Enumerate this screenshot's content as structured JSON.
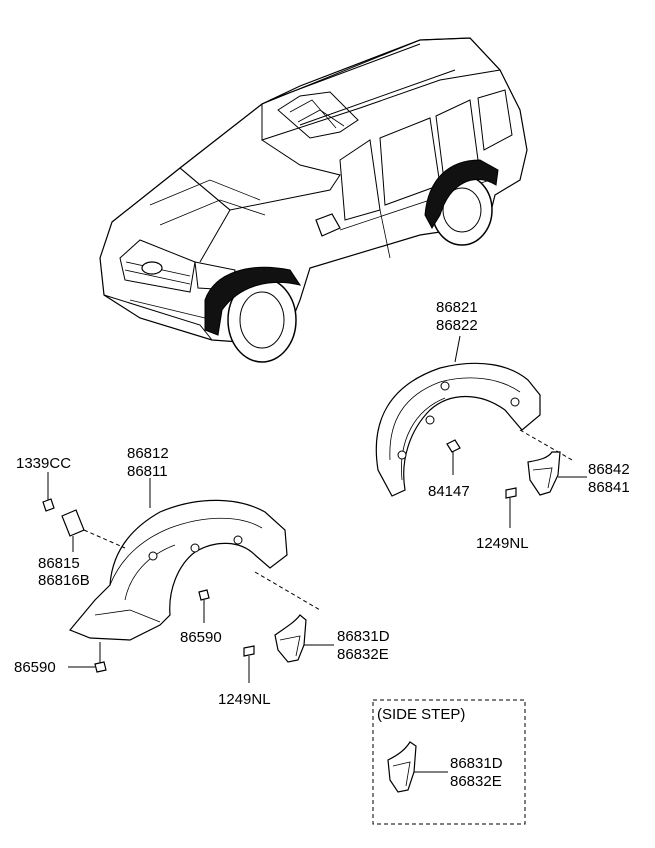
{
  "labels": {
    "p86821": "86821",
    "p86822": "86822",
    "p86812": "86812",
    "p86811": "86811",
    "p1339CC": "1339CC",
    "p86815": "86815",
    "p86816B": "86816B",
    "p86590_right": "86590",
    "p86590_left": "86590",
    "p84147": "84147",
    "p86842": "86842",
    "p86841": "86841",
    "p1249NL_right": "1249NL",
    "p86831D": "86831D",
    "p86832E": "86832E",
    "p1249NL_left": "1249NL",
    "side_step_title": "(SIDE STEP)",
    "side_step_86831D": "86831D",
    "side_step_86832E": "86832E"
  }
}
